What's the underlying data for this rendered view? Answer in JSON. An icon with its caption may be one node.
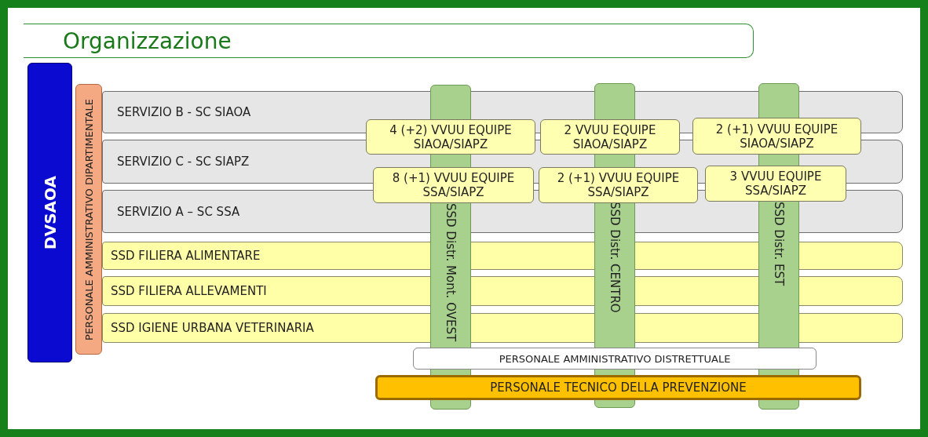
{
  "diagram": {
    "title": "Organizzazione",
    "nodes": [
      {
        "text": [
          "DVSAOA"
        ]
      },
      {
        "text": [
          "PERSONALE AMMINISTRATIVO DIPARTIMENTALE"
        ]
      },
      {
        "text": [
          "SERVIZIO B - SC SIAOA"
        ]
      },
      {
        "text": [
          "SERVIZIO C - SC SIAPZ"
        ]
      },
      {
        "text": [
          "SERVIZIO A – SC SSA"
        ]
      },
      {
        "text": [
          "SSD FILIERA ALIMENTARE"
        ]
      },
      {
        "text": [
          "SSD FILIERA ALLEVAMENTI"
        ]
      },
      {
        "text": [
          "SSD IGIENE URBANA VETERINARIA"
        ]
      },
      {
        "text": [
          "SSD Distr. Mont. OVEST"
        ]
      },
      {
        "text": [
          "SSD Distr. CENTRO"
        ]
      },
      {
        "text": [
          "SSD Distr. EST"
        ]
      },
      {
        "text": [
          "4 (+2) VVUU EQUIPE SIAOA/SIAPZ"
        ]
      },
      {
        "text": [
          "2 VVUU EQUIPE SIAOA/SIAPZ"
        ]
      },
      {
        "text": [
          "2 (+1) VVUU EQUIPE SIAOA/SIAPZ"
        ]
      },
      {
        "text": [
          "8 (+1) VVUU EQUIPE SSA/SIAPZ"
        ]
      },
      {
        "text": [
          "2 (+1) VVUU EQUIPE SSA/SIAPZ"
        ]
      },
      {
        "text": [
          "3 VVUU EQUIPE SSA/SIAPZ"
        ]
      },
      {
        "text": [
          "PERSONALE AMMINISTRATIVO DISTRETTUALE"
        ]
      },
      {
        "text": [
          "PERSONALE TECNICO DELLA PREVENZIONE"
        ]
      }
    ]
  }
}
